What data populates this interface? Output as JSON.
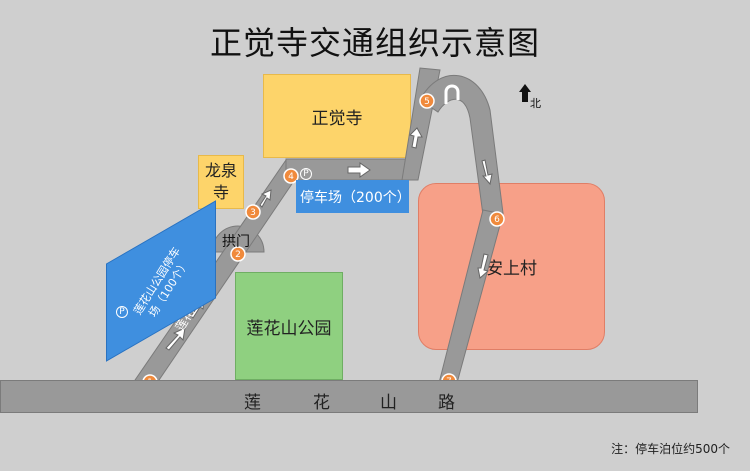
{
  "title": "正觉寺交通组织示意图",
  "areas": {
    "temple": "正觉寺",
    "longquan_line1": "龙泉",
    "longquan_line2": "寺",
    "park": "莲花山公园",
    "village": "安上村",
    "gate": "拱门"
  },
  "parking": {
    "p4": "停车场（200个）",
    "p1_line1": "莲花山公园停车",
    "p1_line2": "场（100个）",
    "p_icon": "P"
  },
  "roads": {
    "main_chars": [
      "莲",
      "花",
      "山",
      "路"
    ],
    "north_road": "莲花山北路"
  },
  "nodes": [
    "1",
    "2",
    "3",
    "4",
    "5",
    "6",
    "7"
  ],
  "north_label": "北",
  "note": "注：停车泊位约500个",
  "colors": {
    "temple": "#fdd46a",
    "park": "#8fd080",
    "village": "#f7a088",
    "parking": "#3f8fdf",
    "road": "#999999",
    "node": "#f08a3c"
  }
}
